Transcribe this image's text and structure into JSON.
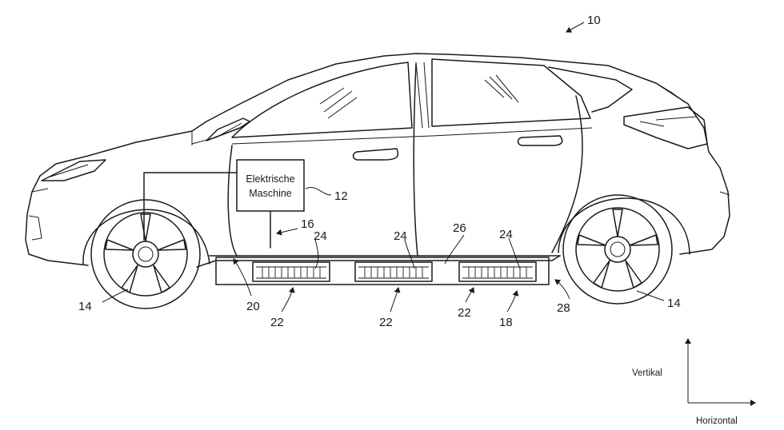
{
  "figure": {
    "ref_vehicle": "10",
    "ref_machine": "12",
    "ref_wheel": "14",
    "ref_wiring": "16",
    "ref_pack": "18",
    "ref_bus": "20",
    "ref_module": "22",
    "ref_cell": "24",
    "ref_floor": "26",
    "ref_enclosure": "28",
    "machine_label_line1": "Elektrische",
    "machine_label_line2": "Maschine"
  },
  "axes": {
    "vertical_label": "Vertikal",
    "horizontal_label": "Horizontal"
  }
}
